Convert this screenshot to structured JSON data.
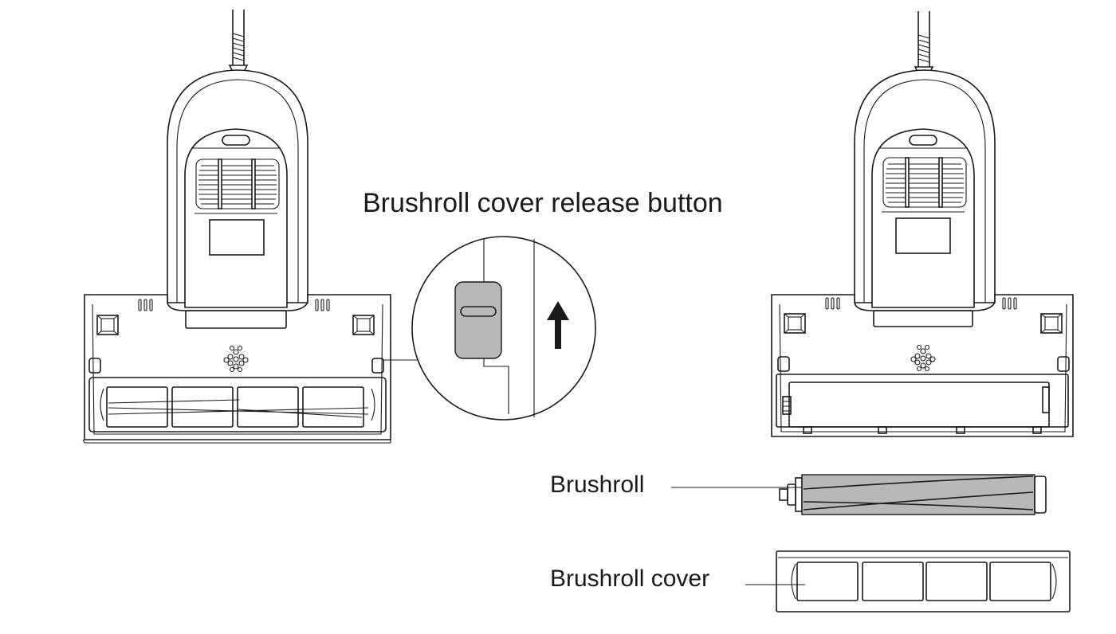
{
  "labels": {
    "release_button": "Brushroll cover release button",
    "brushroll": "Brushroll",
    "brushroll_cover": "Brushroll cover"
  },
  "colors": {
    "line": "#1a1a1a",
    "highlight_fill": "#b8b8b8",
    "background": "#ffffff"
  }
}
